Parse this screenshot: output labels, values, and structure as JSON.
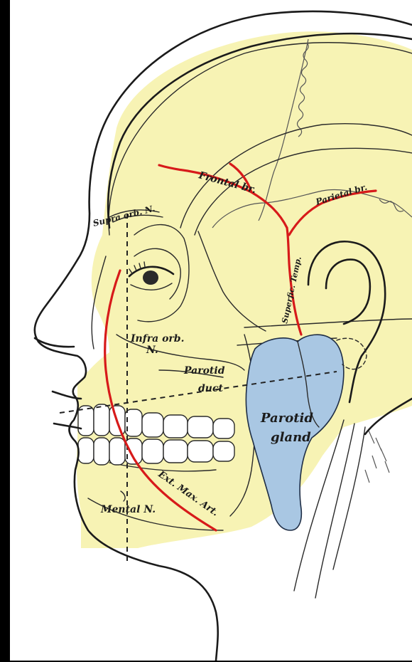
{
  "colors": {
    "skin_outline": "#1b1b1b",
    "skull_fill": "#f7f3b4",
    "parotid_fill": "#a9c7e3",
    "artery": "#d71a1a",
    "background": "#ffffff",
    "border": "#000000"
  },
  "labels": {
    "supra_orb": "Supra orb. N.",
    "frontal": "Frontal br.",
    "parietal": "Parietal br.",
    "superficial_temp": "Superfic. Temp.",
    "infra_orb_line1": "Infra orb.",
    "infra_orb_line2": "N.",
    "parotid_duct_line1": "Parotid",
    "parotid_duct_line2": "duct",
    "parotid_gland_line1": "Parotid",
    "parotid_gland_line2": "gland",
    "ext_max_art": "Ext. Max. Art.",
    "mental": "Mental N."
  }
}
